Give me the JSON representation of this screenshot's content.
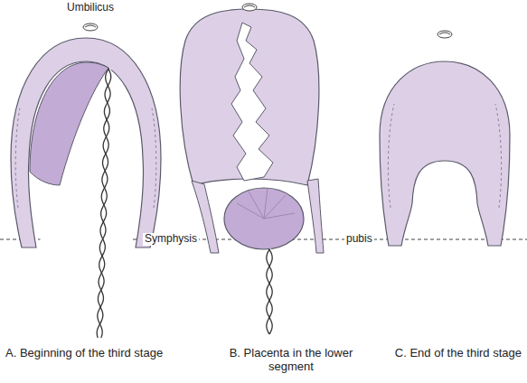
{
  "diagram": {
    "labels": [
      "Umbilicus",
      "Symphysis",
      "pubis",
      "A. Beginning of the third stage",
      "B. Placenta in the lower segment",
      "C. End of the third stage"
    ]
  }
}
